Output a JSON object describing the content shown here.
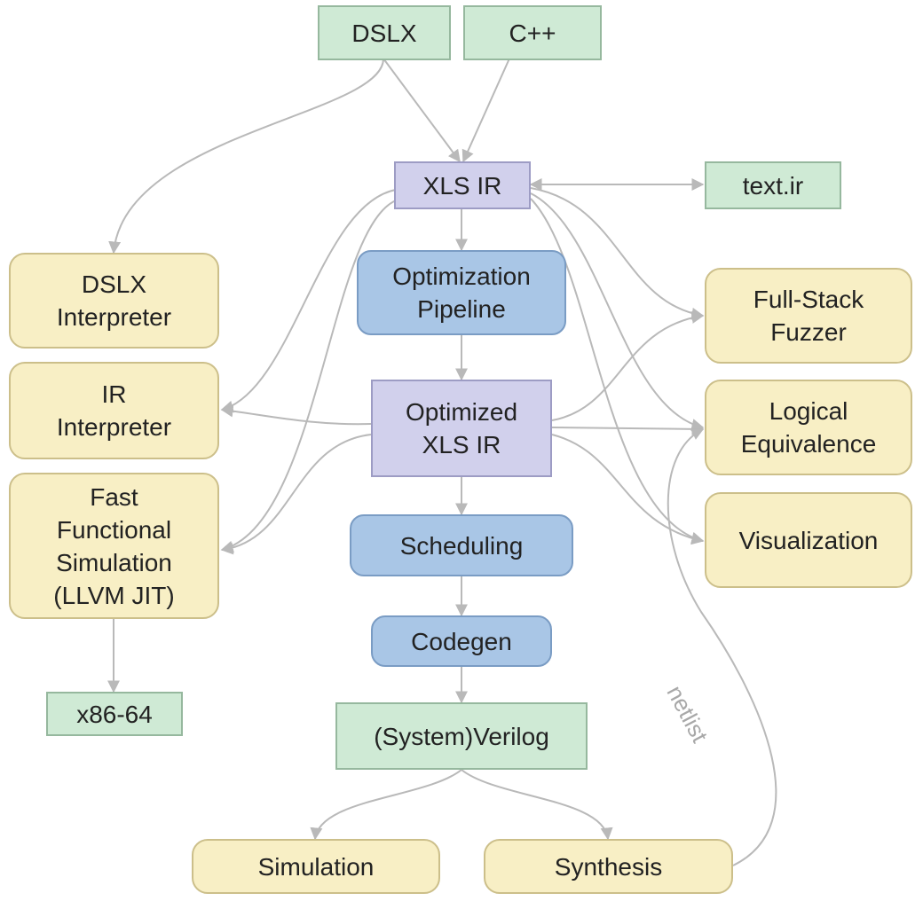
{
  "nodes": {
    "dslx": "DSLX",
    "cpp": "C++",
    "xls_ir": "XLS IR",
    "text_ir": "text.ir",
    "dslx_interpreter": "DSLX\nInterpreter",
    "optimization_pipeline": "Optimization\nPipeline",
    "ir_interpreter": "IR\nInterpreter",
    "optimized_xls_ir": "Optimized\nXLS IR",
    "fast_functional_simulation": "Fast\nFunctional\nSimulation\n(LLVM JIT)",
    "scheduling": "Scheduling",
    "codegen": "Codegen",
    "x86_64": "x86-64",
    "system_verilog": "(System)Verilog",
    "full_stack_fuzzer": "Full-Stack\nFuzzer",
    "logical_equivalence": "Logical\nEquivalence",
    "visualization": "Visualization",
    "simulation": "Simulation",
    "synthesis": "Synthesis"
  },
  "edge_labels": {
    "netlist": "netlist"
  },
  "colors": {
    "green": "#cfead5",
    "purple": "#d1d0ec",
    "blue": "#a9c6e6",
    "yellow": "#f8efc5",
    "edge": "#b9b9b9"
  }
}
